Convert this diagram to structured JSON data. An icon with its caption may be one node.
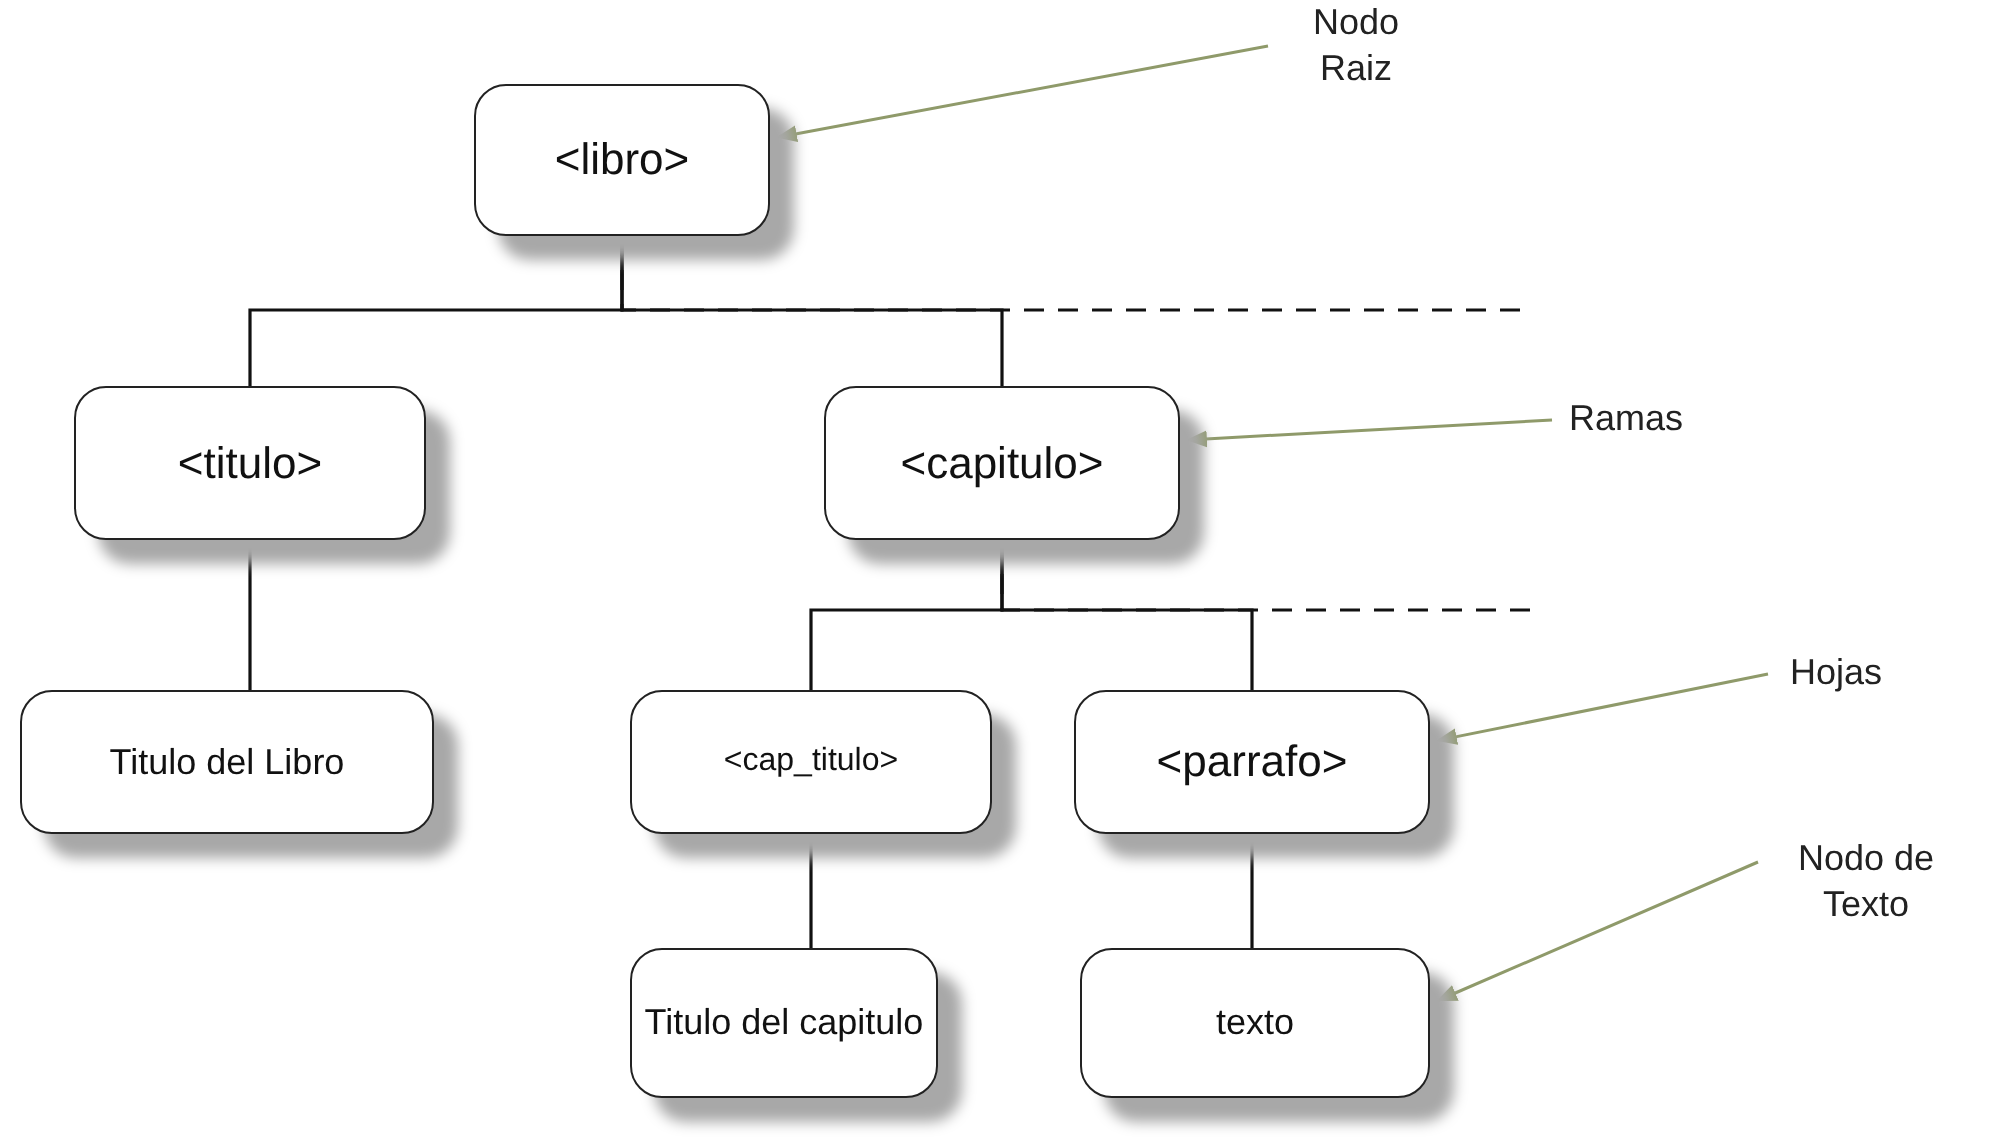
{
  "diagram": {
    "nodes": [
      {
        "text": [
          "<libro>"
        ]
      },
      {
        "text": [
          "<titulo>"
        ]
      },
      {
        "text": [
          "<capitulo>"
        ]
      },
      {
        "text": [
          "Titulo del Libro"
        ]
      },
      {
        "text": [
          "<cap_titulo>"
        ]
      },
      {
        "text": [
          "<parrafo>"
        ]
      },
      {
        "text": [
          "Titulo del capitulo"
        ]
      },
      {
        "text": [
          "texto"
        ]
      },
      {
        "text": [
          "Nodo Raiz"
        ]
      },
      {
        "text": [
          "Ramas"
        ]
      },
      {
        "text": [
          "Hojas"
        ]
      },
      {
        "text": [
          "Nodo de Texto"
        ]
      }
    ],
    "edges": [
      {
        "from": 0,
        "to": 1,
        "arrow": "none"
      },
      {
        "from": 0,
        "to": 2,
        "arrow": "none"
      },
      {
        "from": 0,
        "to": null,
        "arrow": "none",
        "style": "dashed"
      },
      {
        "from": 1,
        "to": 3,
        "arrow": "none"
      },
      {
        "from": 2,
        "to": 4,
        "arrow": "none"
      },
      {
        "from": 2,
        "to": 5,
        "arrow": "none"
      },
      {
        "from": 2,
        "to": null,
        "arrow": "none",
        "style": "dashed"
      },
      {
        "from": 4,
        "to": 6,
        "arrow": "none"
      },
      {
        "from": 5,
        "to": 7,
        "arrow": "none"
      },
      {
        "from": 8,
        "to": 0,
        "arrow": "to",
        "color": "#8f9a6a"
      },
      {
        "from": 9,
        "to": 2,
        "arrow": "to",
        "color": "#8f9a6a"
      },
      {
        "from": 10,
        "to": 5,
        "arrow": "to",
        "color": "#8f9a6a"
      },
      {
        "from": 11,
        "to": 7,
        "arrow": "to",
        "color": "#8f9a6a"
      }
    ]
  }
}
